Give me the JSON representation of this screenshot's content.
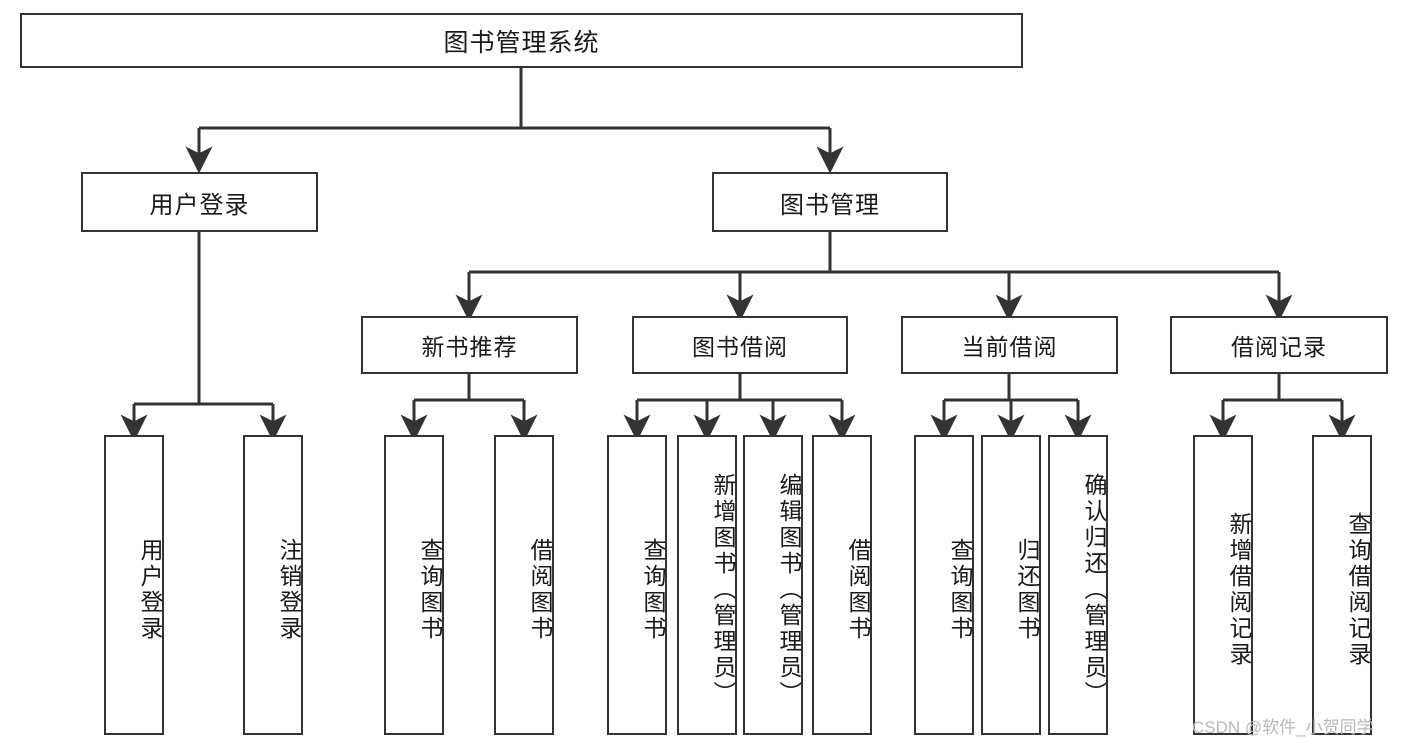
{
  "diagram": {
    "type": "tree",
    "title": "图书管理系统",
    "watermark": "CSDN @软件_小贺同学",
    "colors": {
      "stroke": "#333333",
      "fill": "#ffffff",
      "text": "#1a1a1a",
      "watermark": "#b9b9b9"
    },
    "nodes": {
      "root": {
        "label": "图书管理系统"
      },
      "level2": [
        {
          "label": "用户登录"
        },
        {
          "label": "图书管理"
        }
      ],
      "level3": [
        {
          "label": "新书推荐"
        },
        {
          "label": "图书借阅"
        },
        {
          "label": "当前借阅"
        },
        {
          "label": "借阅记录"
        }
      ],
      "leaves_user_login": [
        {
          "label": "用户登录"
        },
        {
          "label": "注销登录"
        }
      ],
      "leaves_new_book": [
        {
          "label": "查询图书"
        },
        {
          "label": "借阅图书"
        }
      ],
      "leaves_borrow": [
        {
          "label": "查询图书"
        },
        {
          "label": "新增图书（管理员）"
        },
        {
          "label": "编辑图书（管理员）"
        },
        {
          "label": "借阅图书"
        }
      ],
      "leaves_current": [
        {
          "label": "查询图书"
        },
        {
          "label": "归还图书"
        },
        {
          "label": "确认归还（管理员）"
        }
      ],
      "leaves_records": [
        {
          "label": "新增借阅记录"
        },
        {
          "label": "查询借阅记录"
        }
      ]
    }
  }
}
